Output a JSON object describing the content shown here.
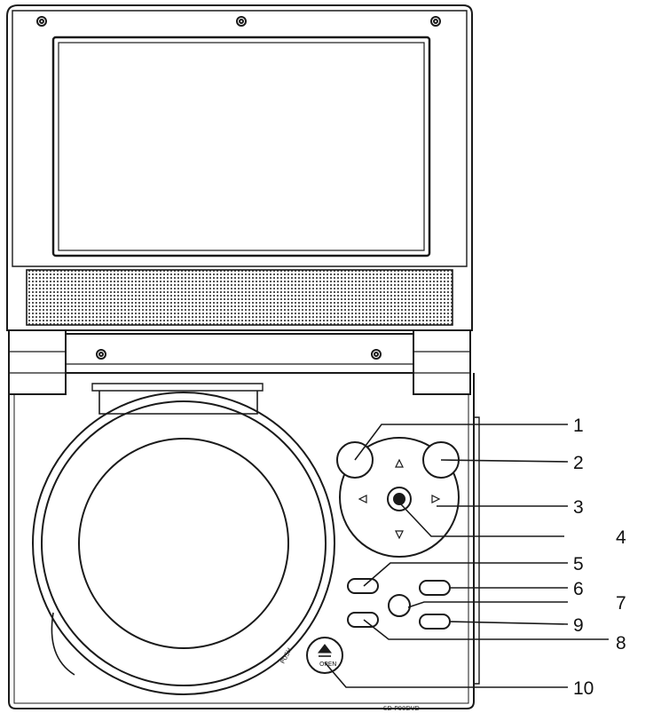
{
  "diagram": {
    "callouts": [
      "1",
      "2",
      "3",
      "4",
      "5",
      "6",
      "7",
      "8",
      "9",
      "10"
    ],
    "eject_label": "OPEN",
    "disc_lid_label": "PUSH",
    "model_label": "SD-P90DVD",
    "colors": {
      "line": "#1a1a1a",
      "background": "#ffffff",
      "speaker_grille": "#d8d8d8"
    }
  }
}
